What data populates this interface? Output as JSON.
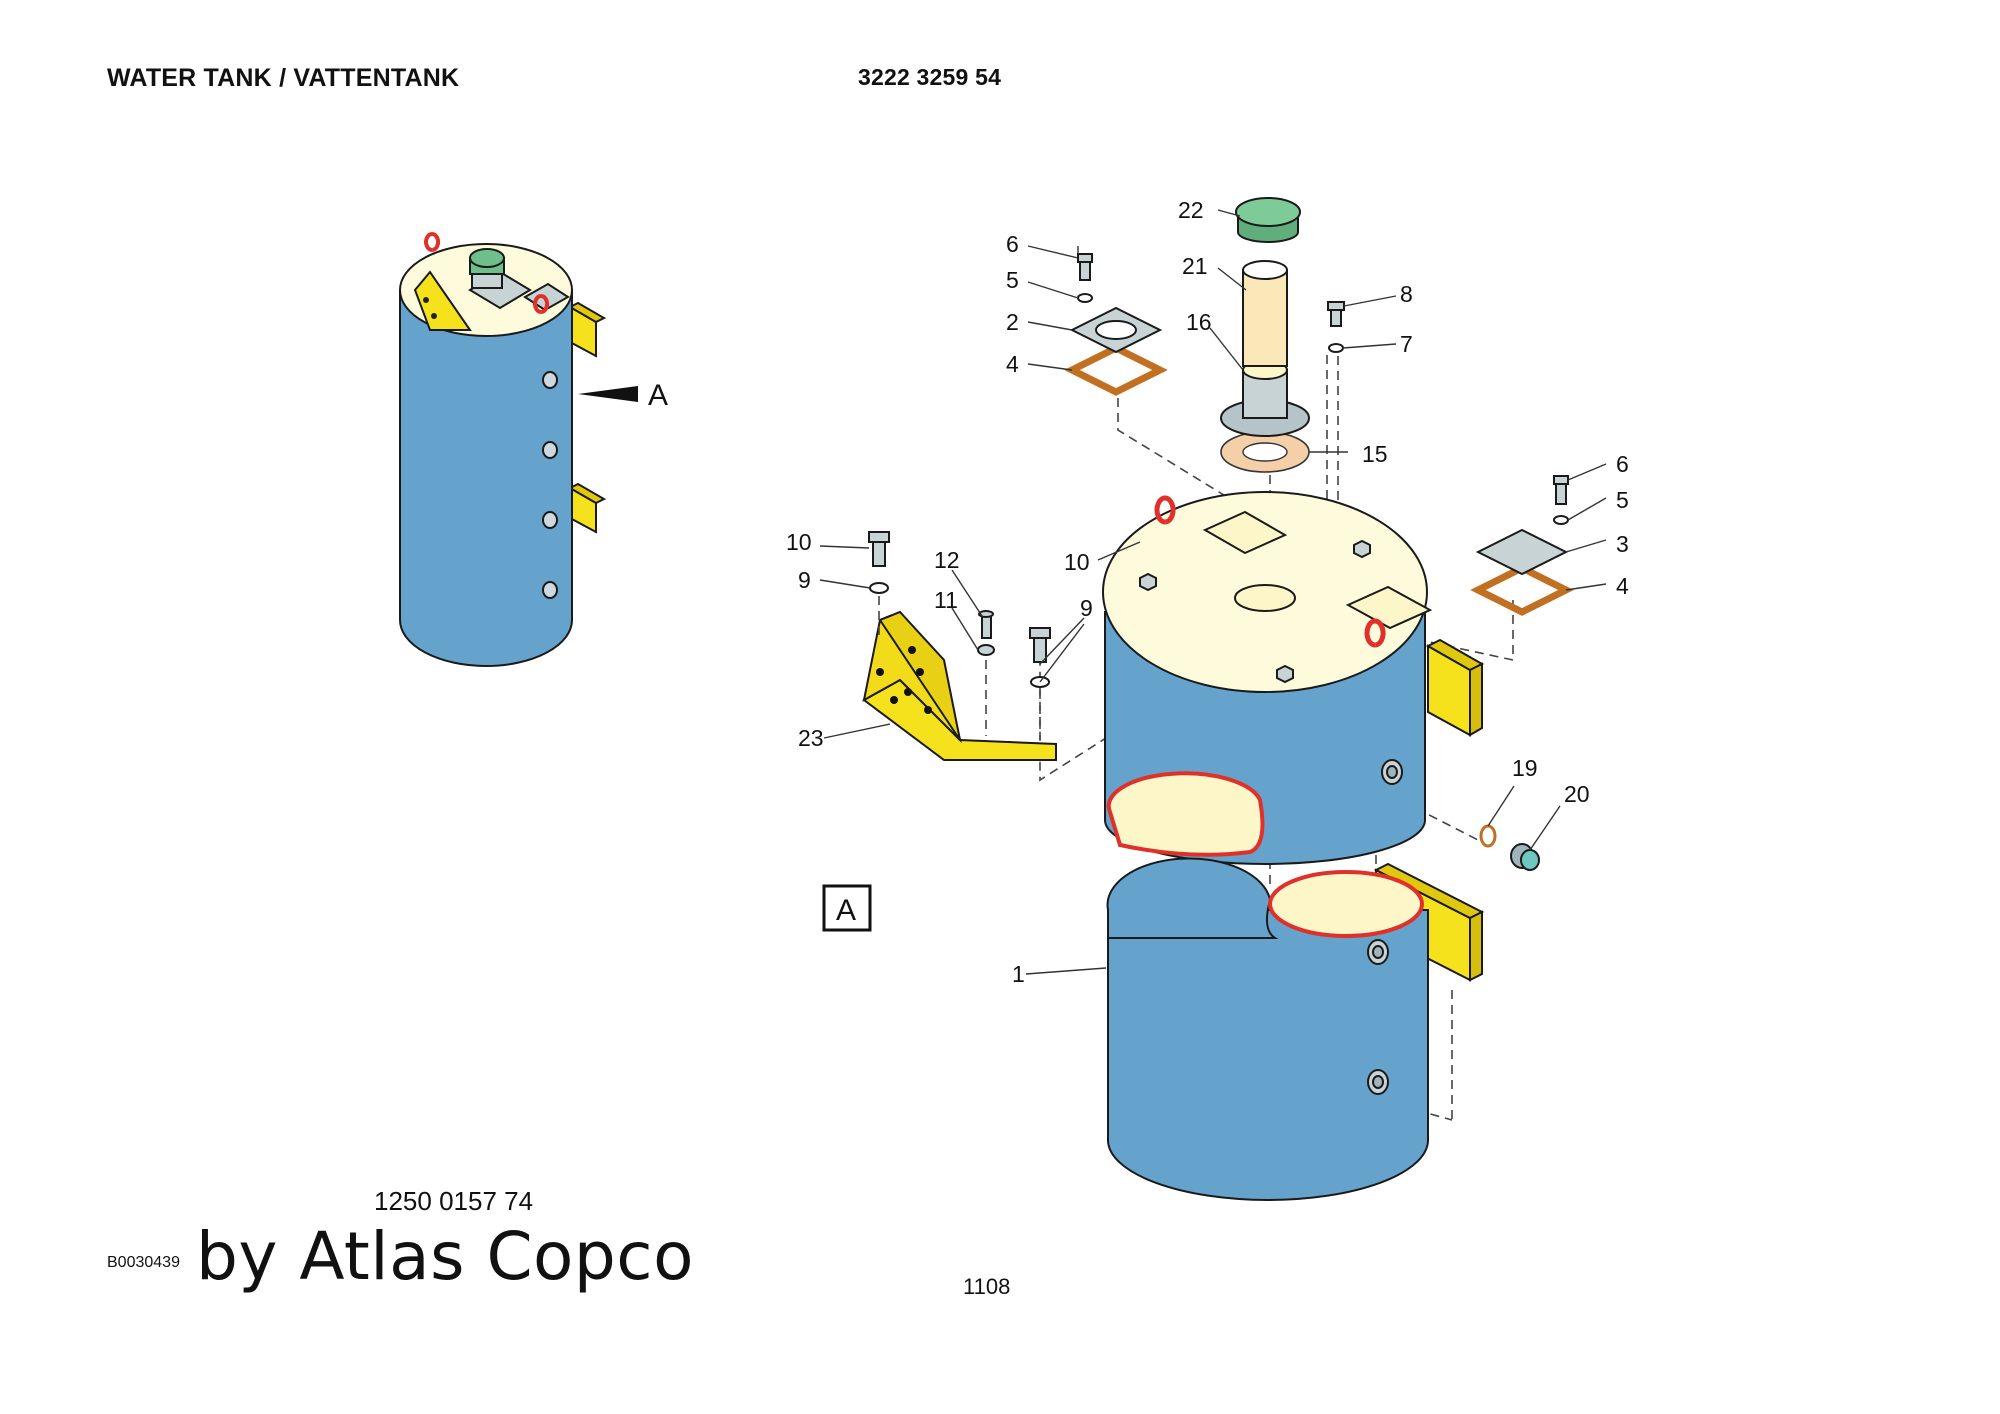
{
  "header": {
    "title": "WATER TANK / VATTENTANK",
    "part_number": "3222 3259 54"
  },
  "view_marker": {
    "arrow_label": "A",
    "box_label": "A"
  },
  "callouts": {
    "c1": "1",
    "c2": "2",
    "c3": "3",
    "c4a": "4",
    "c4b": "4",
    "c5a": "5",
    "c5b": "5",
    "c6a": "6",
    "c6b": "6",
    "c7": "7",
    "c8": "8",
    "c9a": "9",
    "c9b": "9",
    "c10a": "10",
    "c10b": "10",
    "c11": "11",
    "c12": "12",
    "c15": "15",
    "c16": "16",
    "c19": "19",
    "c20": "20",
    "c21": "21",
    "c22": "22",
    "c23": "23"
  },
  "footer": {
    "part_number": "1250 0157 74",
    "doc_code": "B0030439",
    "brand": "by Atlas Copco",
    "page_number": "1108"
  },
  "colors": {
    "tank_blue": "#66a3cc",
    "tank_top": "#fdfbdc",
    "bracket_yellow": "#f5e21c",
    "gasket_orange": "#d88a3a",
    "cap_green": "#6fbf8a",
    "seal_red": "#e0302a",
    "plate_gray": "#c8d3d6"
  }
}
